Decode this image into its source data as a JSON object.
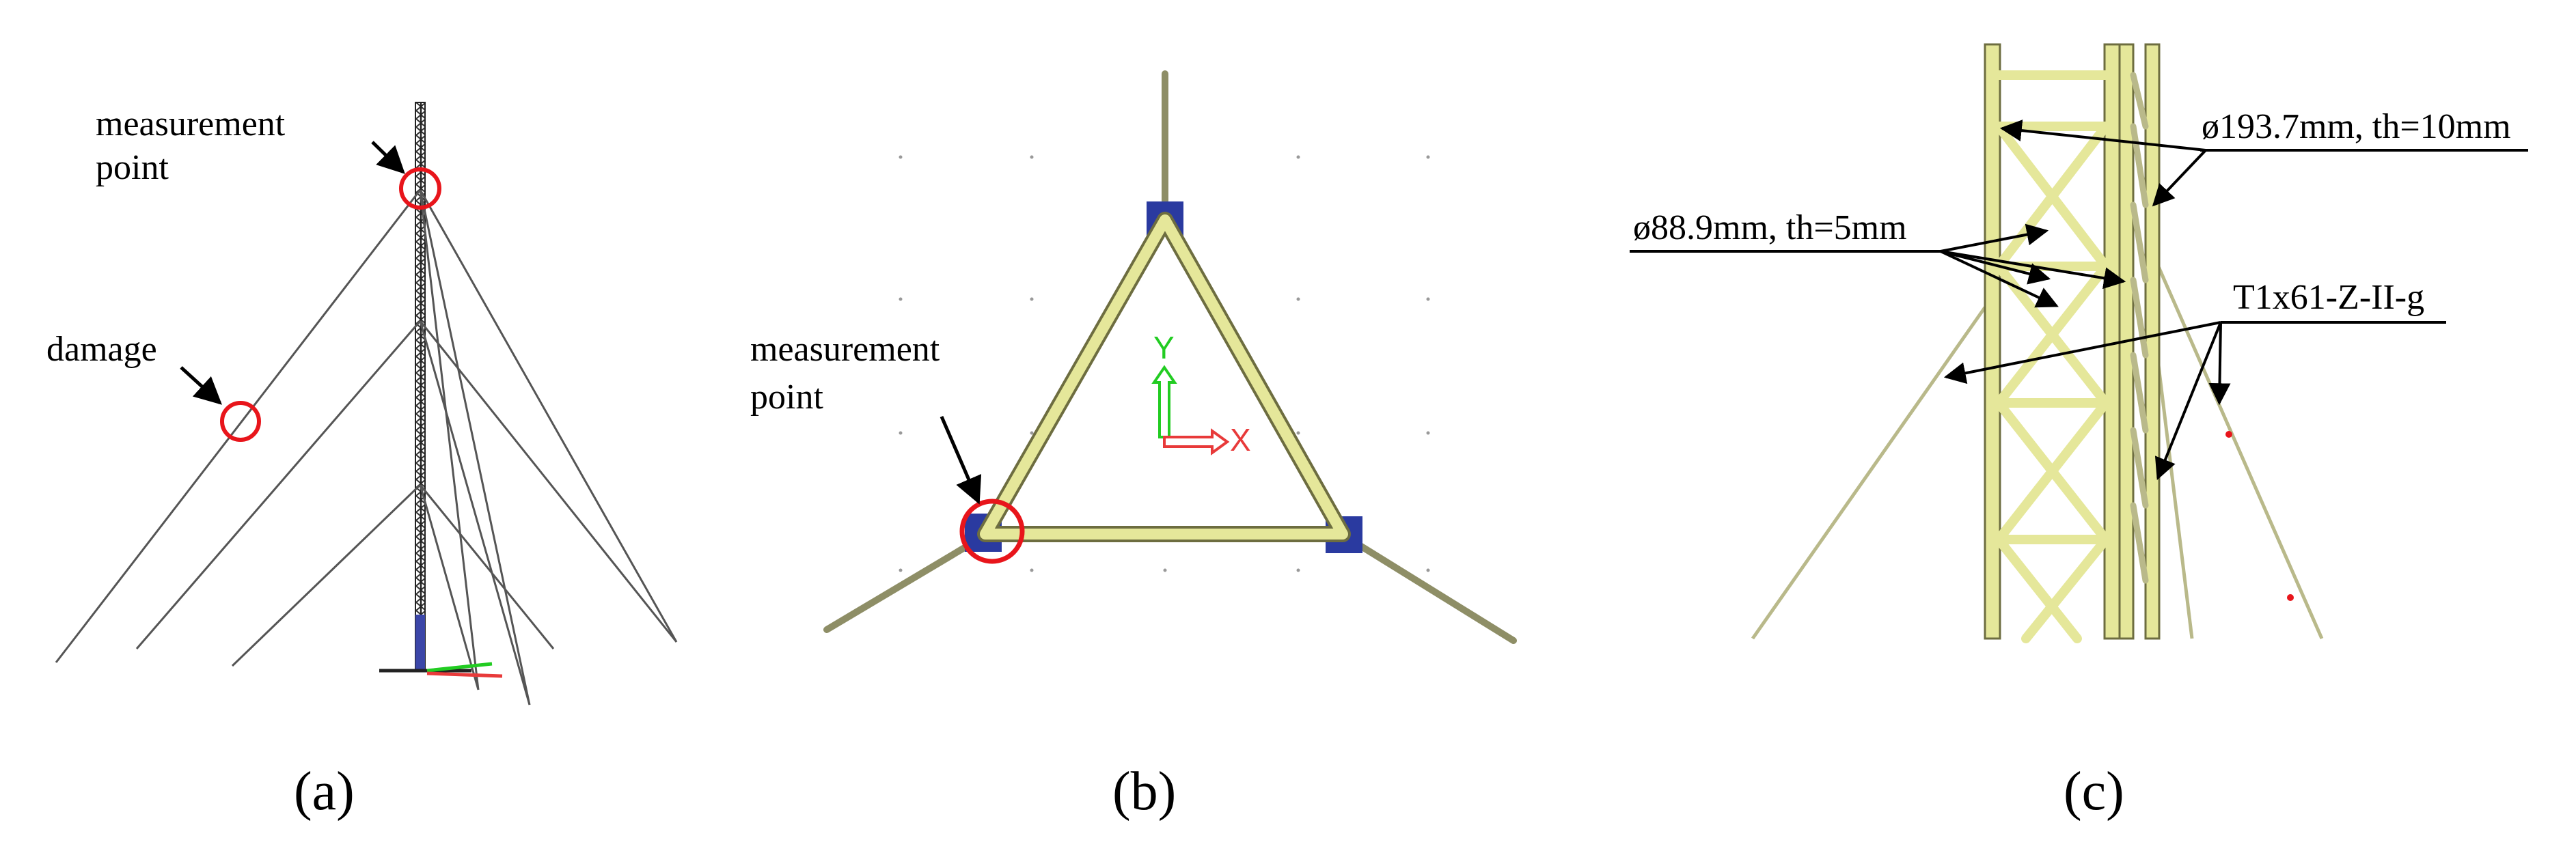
{
  "panels": {
    "a": {
      "caption": "(a)",
      "measurement_label_1": "measurement",
      "measurement_label_2": "point",
      "damage_label": "damage"
    },
    "b": {
      "caption": "(b)",
      "measurement_label_1": "measurement",
      "measurement_label_2": "point",
      "axis_y": "Y",
      "axis_x": "X"
    },
    "c": {
      "caption": "(c)",
      "chord_label": "ø193.7mm, th=10mm",
      "brace_label": "ø88.9mm, th=5mm",
      "guy_label": "T1x61-Z-II-g"
    }
  },
  "colors": {
    "highlight": "#e8151b",
    "member": "#e5e79a",
    "member_edge": "#7a7a4a",
    "support": "#2a3aa0",
    "axis_y": "#22cc22",
    "axis_x": "#e83a3a",
    "cable": "#8a8a8a"
  }
}
